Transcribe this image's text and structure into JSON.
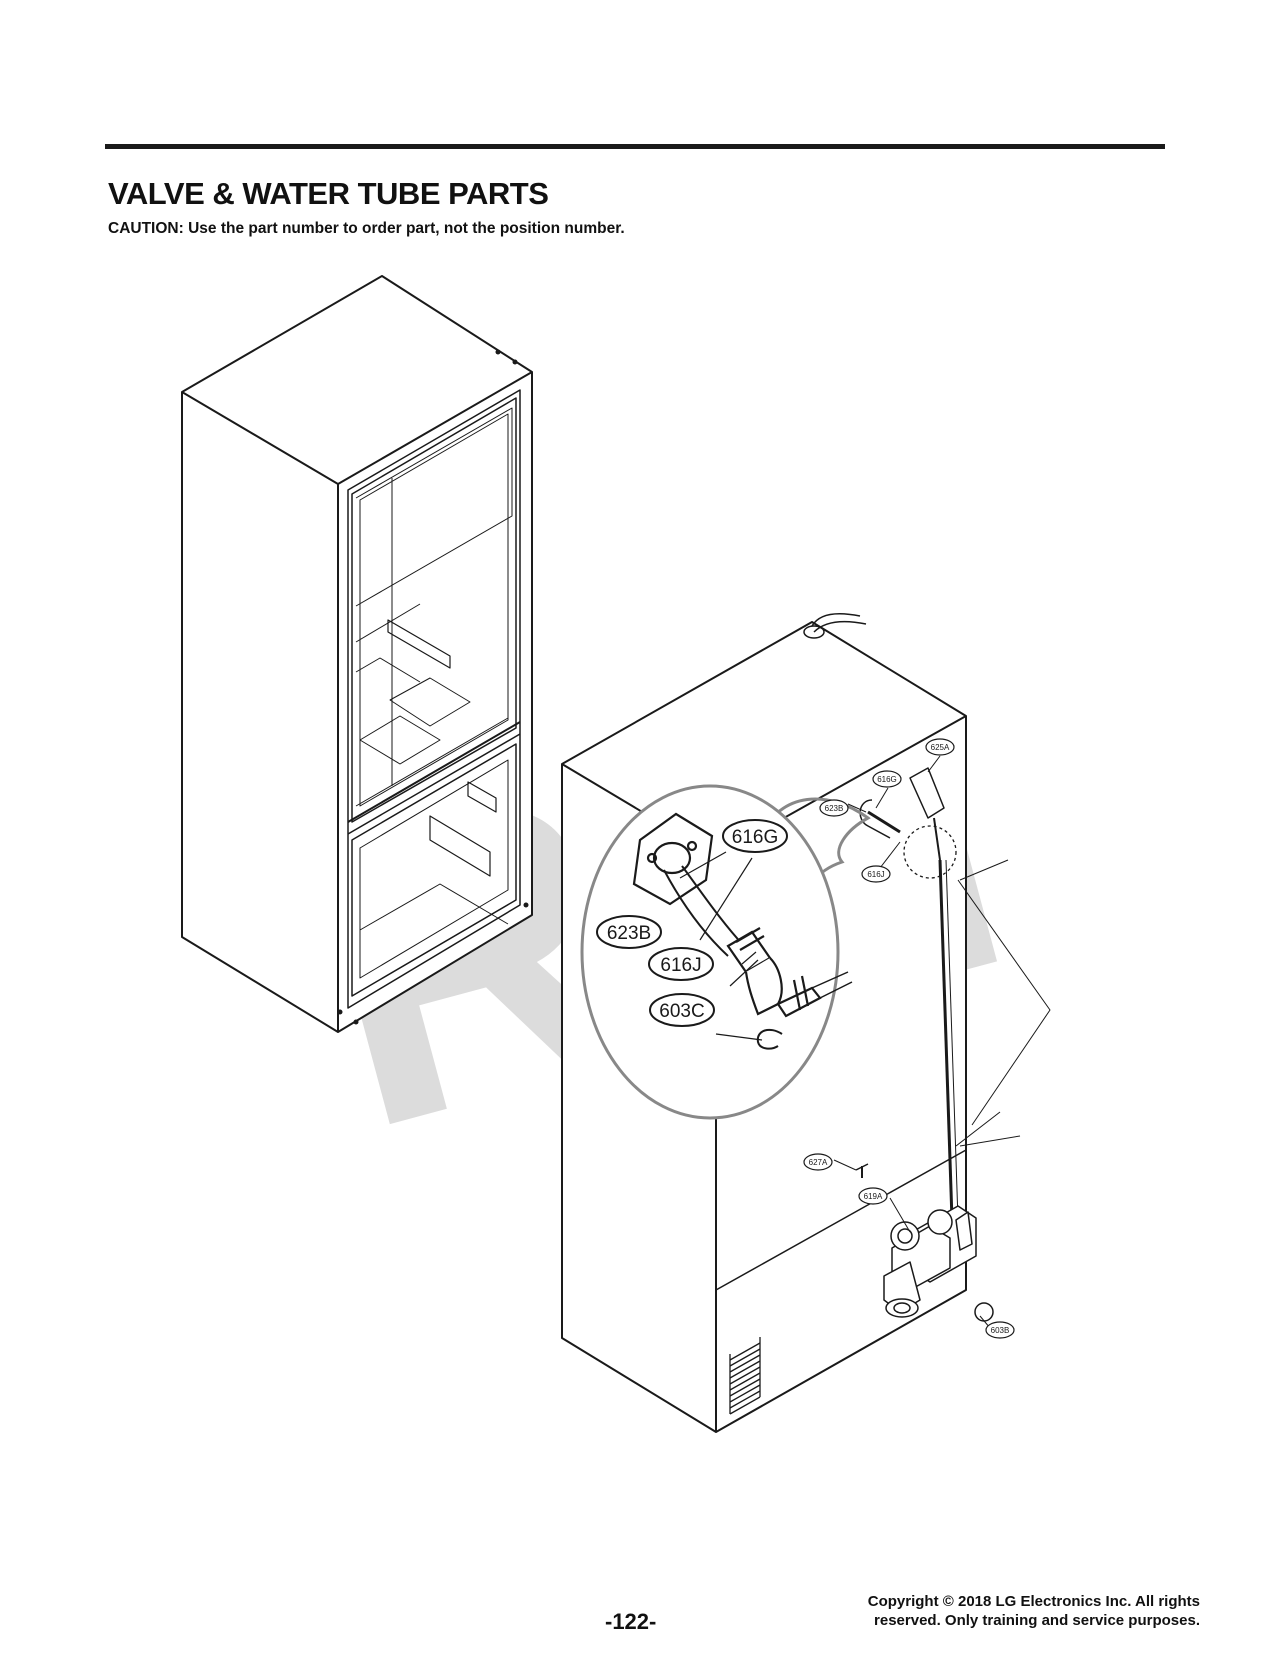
{
  "header": {
    "title": "VALVE & WATER TUBE PARTS",
    "caution": "CAUTION: Use the part number to order part, not the position number."
  },
  "diagram": {
    "watermark": "RPI",
    "zoom_callouts": [
      "616G",
      "623B",
      "616J",
      "603C"
    ],
    "small_callouts": [
      "625A",
      "616G",
      "623B",
      "616J",
      "627A",
      "619A",
      "603B"
    ]
  },
  "footer": {
    "page_number": "-122-",
    "copyright_line1": "Copyright © 2018 LG Electronics Inc. All rights",
    "copyright_line2": "reserved. Only training and service purposes."
  },
  "colors": {
    "line": "#1a1a1a",
    "watermark": "#dcdcdc",
    "zoom_circle": "#888888"
  }
}
